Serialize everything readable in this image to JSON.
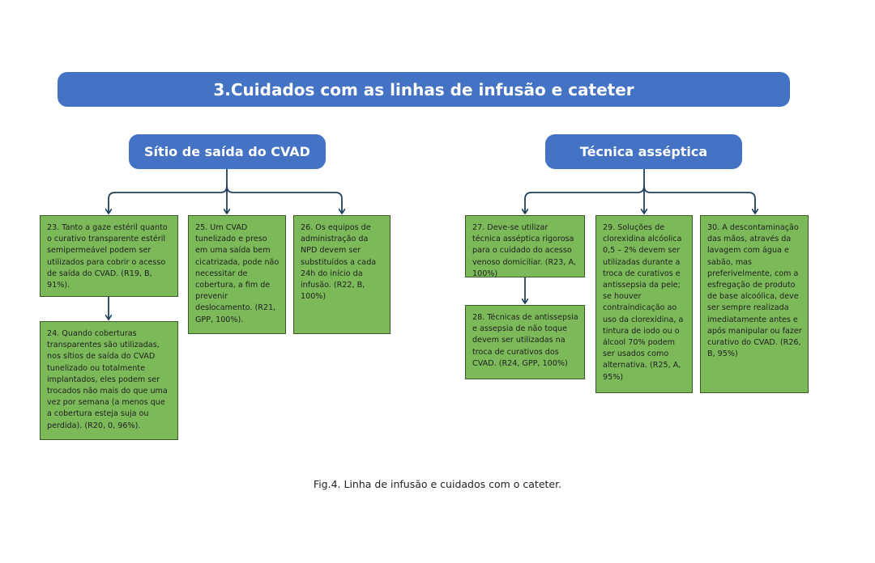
{
  "title": "3.Cuidados com as linhas de infusão e cateter",
  "sections": {
    "left": {
      "heading": "Sítio de saída do CVAD",
      "boxes": {
        "b23": "23. Tanto a gaze estéril quanto o curativo transparente estéril semipermeável podem ser utilizados para cobrir o acesso de saída do CVAD. (R19, B, 91%).",
        "b24": "24. Quando coberturas transparentes são utilizadas, nos sítios de saída do CVAD tunelizado ou totalmente implantados, eles podem ser trocados não mais do que uma vez por semana (a menos que a cobertura esteja suja ou perdida). (R20, 0, 96%).",
        "b25": "25. Um CVAD tunelizado e preso em uma saída bem cicatrizada, pode não necessitar de cobertura, a fim de prevenir deslocamento. (R21, GPP, 100%).",
        "b26": "26. Os equipos de administração da NPD devem ser substituídos a cada 24h do início da infusão. (R22, B, 100%)"
      }
    },
    "right": {
      "heading": "Técnica asséptica",
      "boxes": {
        "b27": "27. Deve-se utilizar técnica asséptica rigorosa para o cuidado do acesso venoso domiciliar. (R23, A, 100%)",
        "b28": "28. Técnicas de antissepsia e assepsia de não toque devem ser utilizadas na troca de curativos dos CVAD. (R24, GPP, 100%)",
        "b29": "29. Soluções de clorexidina alcóolica 0,5 – 2% devem ser utilizadas durante a troca de curativos e antissepsia da pele; se houver contraindicação ao uso da clorexidina, a tintura de iodo ou o álcool 70% podem ser usados como alternativa. (R25, A, 95%)",
        "b30": "30. A descontaminação das mãos, através da lavagem com água e sabão, mas preferivelmente, com a esfregação de produto de base alcoólica, deve ser sempre realizada imediatamente antes e após manipular ou fazer curativo do CVAD. (R26, B, 95%)"
      }
    }
  },
  "caption": "Fig.4. Linha de infusão e cuidados com o cateter.",
  "colors": {
    "header": "#4472c4",
    "box_fill": "#7cba59",
    "connector": "#1f3f5f"
  }
}
